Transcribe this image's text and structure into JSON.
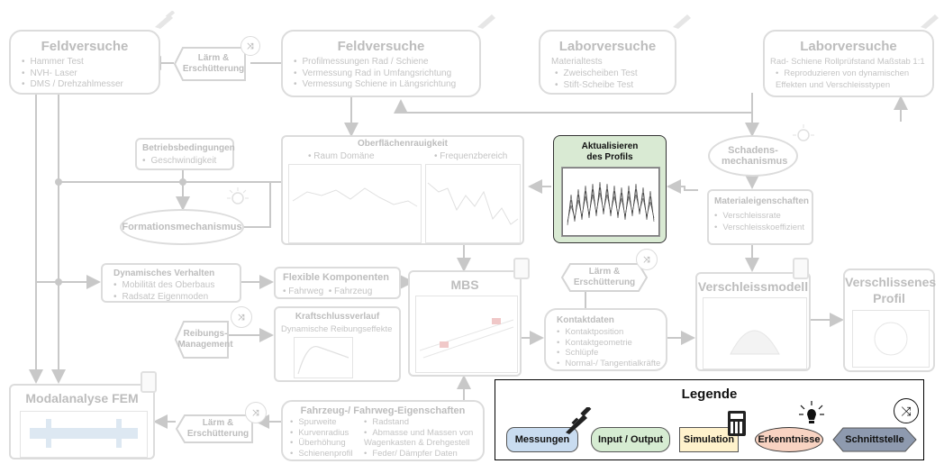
{
  "top": {
    "feld1": {
      "title": "Feldversuche",
      "items": [
        "Hammer Test",
        "NVH- Laser",
        "DMS / Drehzahlmesser"
      ]
    },
    "feld2": {
      "title": "Feldversuche",
      "items": [
        "Profilmessungen Rad / Schiene",
        "Vermessung Rad in Umfangsrichtung",
        "Vermessung Schiene in Längsrichtung"
      ]
    },
    "labor1": {
      "title": "Laborversuche",
      "subtitle": "Materialtests",
      "items": [
        "Zweischeiben Test",
        "Stift-Scheibe Test"
      ]
    },
    "labor2": {
      "title": "Laborversuche",
      "subtitle": "Rad- Schiene Rollprüfstand Maßstab 1:1",
      "items": [
        "Reproduzieren von dynamischen Effekten und Verschleisstypen"
      ]
    }
  },
  "interfaces": {
    "laerm1": "Lärm & Erschütterung",
    "laerm2": "Lärm & Erschütterung",
    "laerm3": "Lärm & Erschütterung",
    "reibung": "Reibungs-Management"
  },
  "betrieb": {
    "title": "Betriebsbedingungen",
    "items": [
      "Geschwindigkeit"
    ]
  },
  "formation": "Formationsmechanismus",
  "schaden": "Schadens-mechanismus",
  "oberflaeche": {
    "title": "Oberflächenrauigkeit",
    "col1": "Raum Domäne",
    "col2": "Frequenzbereich"
  },
  "aktual": {
    "title": "Aktualisieren des Profils"
  },
  "material": {
    "title": "Materialeigenschaften",
    "items": [
      "Verschleissrate",
      "Verschleisskoeffizient"
    ]
  },
  "dynamik": {
    "title": "Dynamisches Verhalten",
    "items": [
      "Mobilität des Oberbaus",
      "Radsatz Eigenmoden"
    ]
  },
  "flexibel": {
    "title": "Flexible Komponenten",
    "items": [
      "Fahrweg",
      "Fahrzeug"
    ]
  },
  "mbs": "MBS",
  "verschleissmodell": "Verschleissmodell",
  "profil": "Verschlissenes Profil",
  "kraft": {
    "title": "Kraftschlussverlauf",
    "subtitle": "Dynamische Reibungseffekte"
  },
  "kontakt": {
    "title": "Kontaktdaten",
    "items": [
      "Kontaktposition",
      "Kontaktgeometrie",
      "Schlüpfe",
      "Normal-/ Tangentialkräfte"
    ]
  },
  "modal": "Modalanalyse FEM",
  "fahrzeug": {
    "title": "Fahrzeug-/ Fahrweg-Eigenschaften",
    "col1": [
      "Spurweite",
      "Kurvenradius",
      "Überhöhung",
      "Schienenprofil"
    ],
    "col2": [
      "Radstand",
      "Abmasse und Massen von Wagenkasten & Drehgestell",
      "Feder/ Dämpfer Daten"
    ]
  },
  "legend": {
    "title": "Legende",
    "items": [
      {
        "label": "Messungen",
        "color": "#c9dcf0"
      },
      {
        "label": "Input / Output",
        "color": "#d6ecd2"
      },
      {
        "label": "Simulation",
        "color": "#fff2cc"
      },
      {
        "label": "Erkenntnisse",
        "color": "#f8d3c2"
      },
      {
        "label": "Schnittstelle",
        "color": "#8e9aaf"
      }
    ]
  },
  "colors": {
    "active_box": "#d9ead3",
    "faded": "#bdbdbd",
    "line": "#c8c8c8"
  }
}
